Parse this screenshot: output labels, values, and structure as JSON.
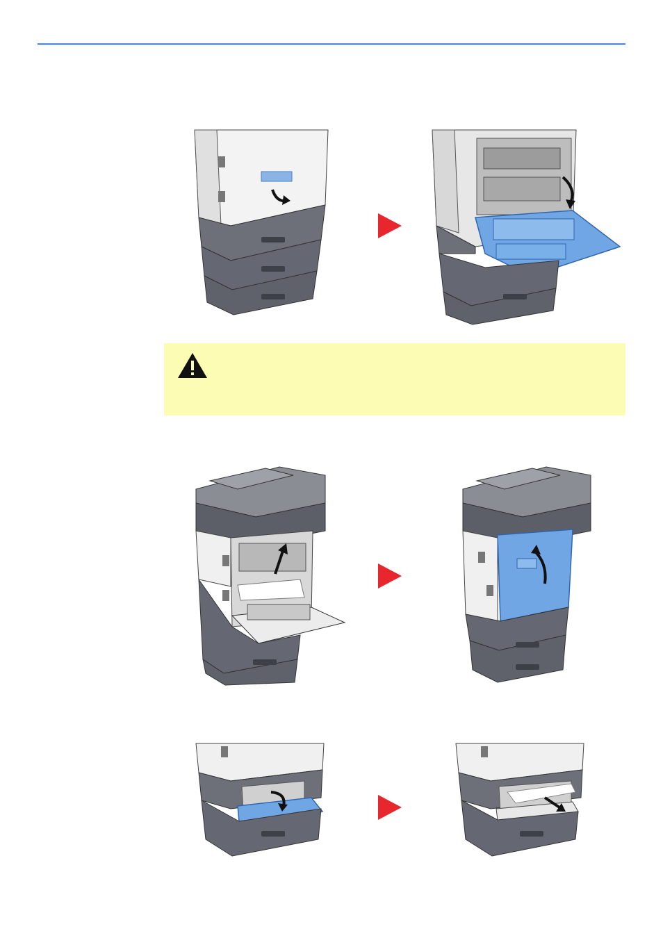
{
  "page": {
    "rule_color": "#6f9ee3",
    "background": "#ffffff"
  },
  "steps": [
    {
      "name": "open-rear-cover",
      "images": [
        "printer-rear-cover-closed",
        "printer-rear-cover-opened"
      ],
      "arrow": "red-step-arrow"
    },
    {
      "name": "close-rear-cover",
      "images": [
        "printer-remove-paper-fuser",
        "printer-rear-cover-closing"
      ],
      "arrow": "red-step-arrow"
    },
    {
      "name": "open-duplex-unit",
      "images": [
        "printer-duplex-cover-opening",
        "printer-duplex-paper-removal"
      ],
      "arrow": "red-step-arrow"
    }
  ],
  "caution": {
    "icon": "warning-icon",
    "background": "#fcfcb4"
  },
  "colors": {
    "highlight_blue": "#5b95d6",
    "printer_gray": "#6a6d75",
    "printer_white": "#f2f2f2",
    "arrow_red": "#e8262d"
  }
}
